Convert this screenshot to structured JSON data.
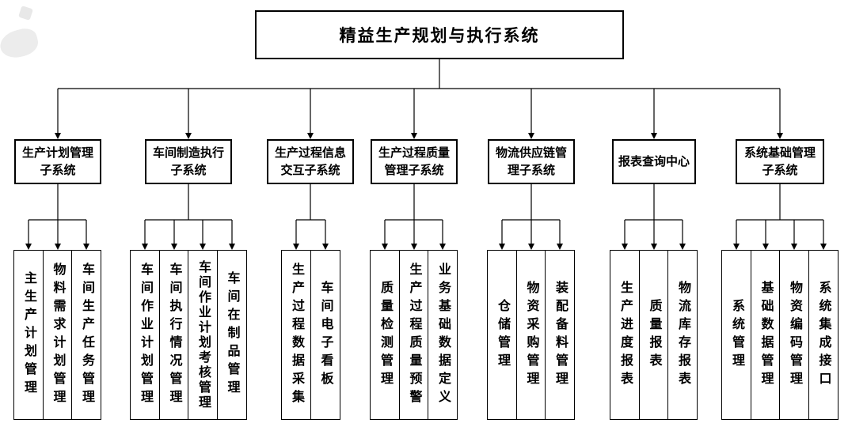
{
  "diagram": {
    "root_label": "精益生产规划与执行系统",
    "groups": [
      {
        "label_lines": [
          "生产计划管理",
          "子系统"
        ],
        "children": [
          "主生产计划管理",
          "物料需求计划管理",
          "车间生产任务管理"
        ]
      },
      {
        "label_lines": [
          "车间制造执行",
          "子系统"
        ],
        "children": [
          "车间作业计划管理",
          "车间执行情况管理",
          "车间作业计划考核管理",
          "车间在制品管理"
        ]
      },
      {
        "label_lines": [
          "生产过程信息",
          "交互子系统"
        ],
        "children": [
          "生产过程数据采集",
          "车间电子看板"
        ]
      },
      {
        "label_lines": [
          "生产过程质量",
          "管理子系统"
        ],
        "children": [
          "质量检测管理",
          "生产过程质量预警",
          "业务基础数据定义"
        ]
      },
      {
        "label_lines": [
          "物流供应链管",
          "理子系统"
        ],
        "children": [
          "仓储管理",
          "物资采购管理",
          "装配备料管理"
        ]
      },
      {
        "label_lines": [
          "报表查询中心"
        ],
        "children": [
          "生产进度报表",
          "质量报表",
          "物流库存报表"
        ]
      },
      {
        "label_lines": [
          "系统基础管理",
          "子系统"
        ],
        "children": [
          "系统管理",
          "基础数据管理",
          "物资编码管理",
          "系统集成接口"
        ]
      }
    ],
    "colors": {
      "line": "#000000",
      "border": "#000000",
      "background": "#ffffff",
      "text": "#000000"
    }
  }
}
